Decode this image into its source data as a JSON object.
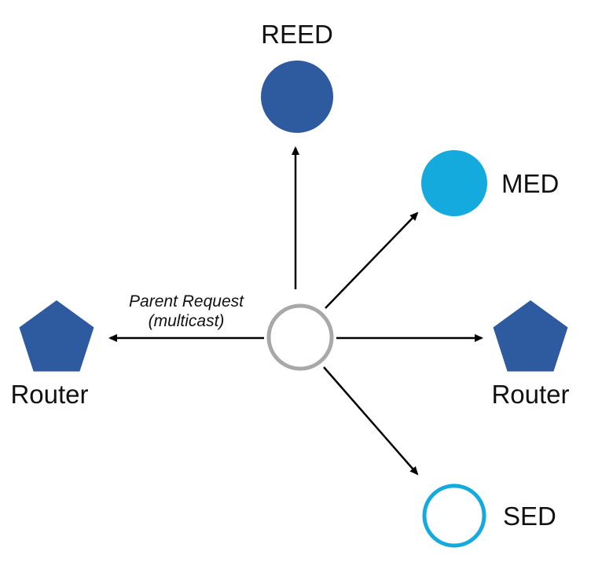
{
  "diagram": {
    "type": "network-topology",
    "description": "Central node sends a multicast Parent Request to surrounding Thread nodes",
    "colors": {
      "dark_blue": "#2e5a9f",
      "cyan": "#14aadd",
      "gray": "#a8a8a8",
      "arrow": "#000000",
      "text": "#111111",
      "white": "#ffffff"
    },
    "nodes": {
      "reed": {
        "label": "REED",
        "shape": "circle",
        "fill": "#2e5a9f"
      },
      "med": {
        "label": "MED",
        "shape": "circle",
        "fill": "#14aadd"
      },
      "router_right": {
        "label": "Router",
        "shape": "pentagon",
        "fill": "#2e5a9f"
      },
      "router_left": {
        "label": "Router",
        "shape": "pentagon",
        "fill": "#2e5a9f"
      },
      "sed": {
        "label": "SED",
        "shape": "circle-outline",
        "stroke": "#14aadd",
        "fill": "#ffffff"
      },
      "center": {
        "label": "",
        "shape": "circle-outline",
        "stroke": "#a8a8a8",
        "fill": "#ffffff"
      }
    },
    "annotation": {
      "line1": "Parent Request",
      "line2": "(multicast)"
    },
    "edges": [
      {
        "from": "center",
        "to": "reed"
      },
      {
        "from": "center",
        "to": "med"
      },
      {
        "from": "center",
        "to": "router_right"
      },
      {
        "from": "center",
        "to": "router_left"
      },
      {
        "from": "center",
        "to": "sed"
      }
    ]
  }
}
